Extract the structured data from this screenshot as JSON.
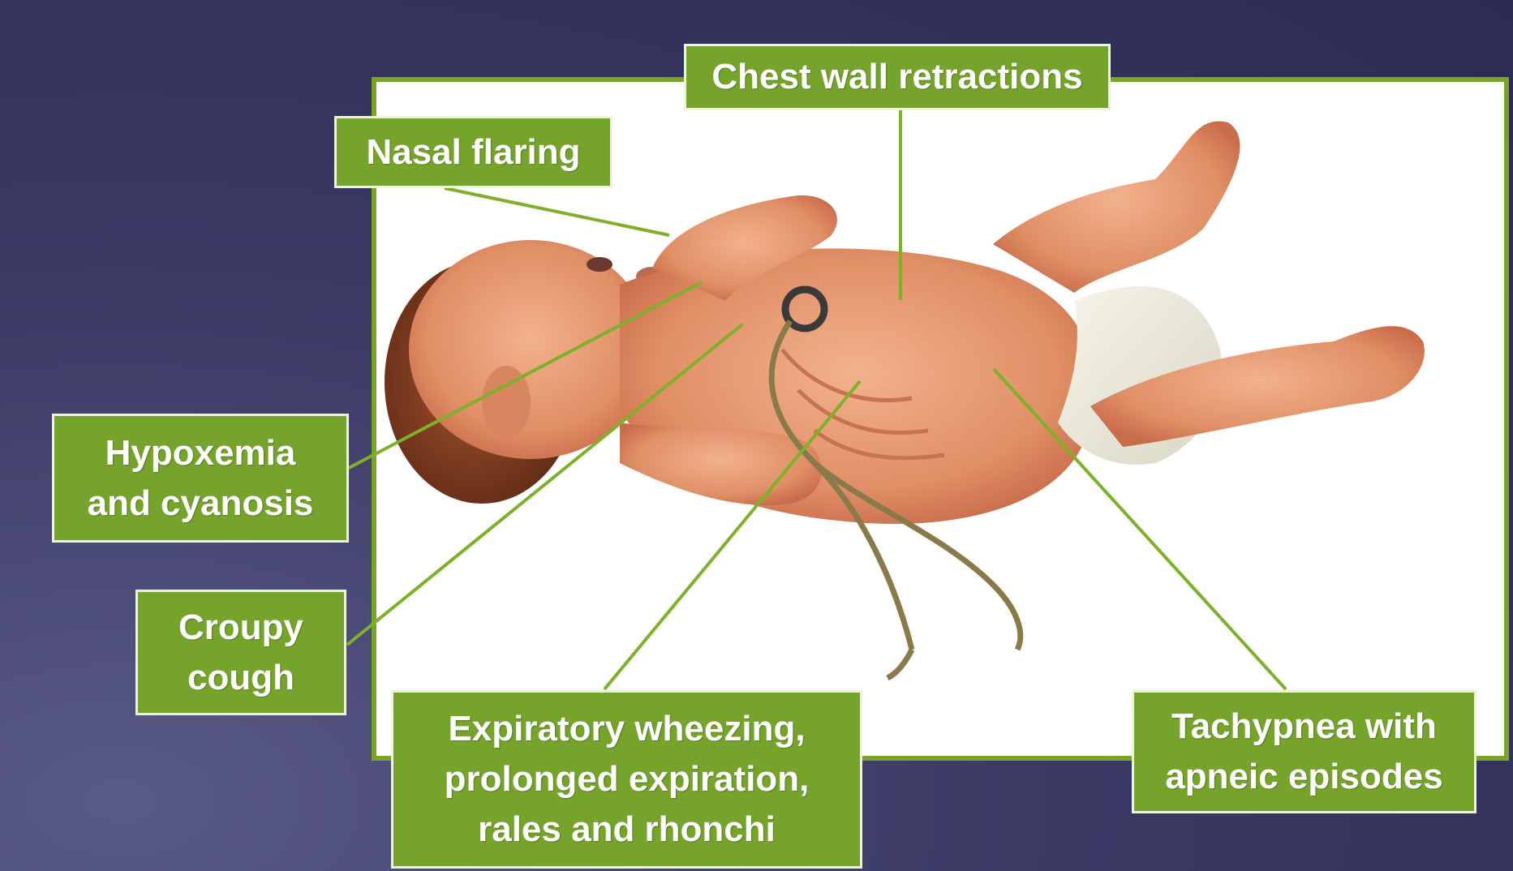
{
  "labels": {
    "chest_wall": "Chest wall retractions",
    "nasal_flaring": "Nasal flaring",
    "hypoxemia": "Hypoxemia\nand cyanosis",
    "croupy": "Croupy\ncough",
    "expiratory": "Expiratory wheezing,\nprolonged expiration,\nrales and rhonchi",
    "tachypnea": "Tachypnea with\napneic episodes"
  },
  "colors": {
    "label_fill": "#76a32b",
    "frame_border": "#7aa428",
    "leader_line": "#7fb02a",
    "background": "#2f2f5a",
    "skin": "#e49a72",
    "hair": "#7a3a22"
  },
  "illustration": "infant-lying-with-stethoscope"
}
